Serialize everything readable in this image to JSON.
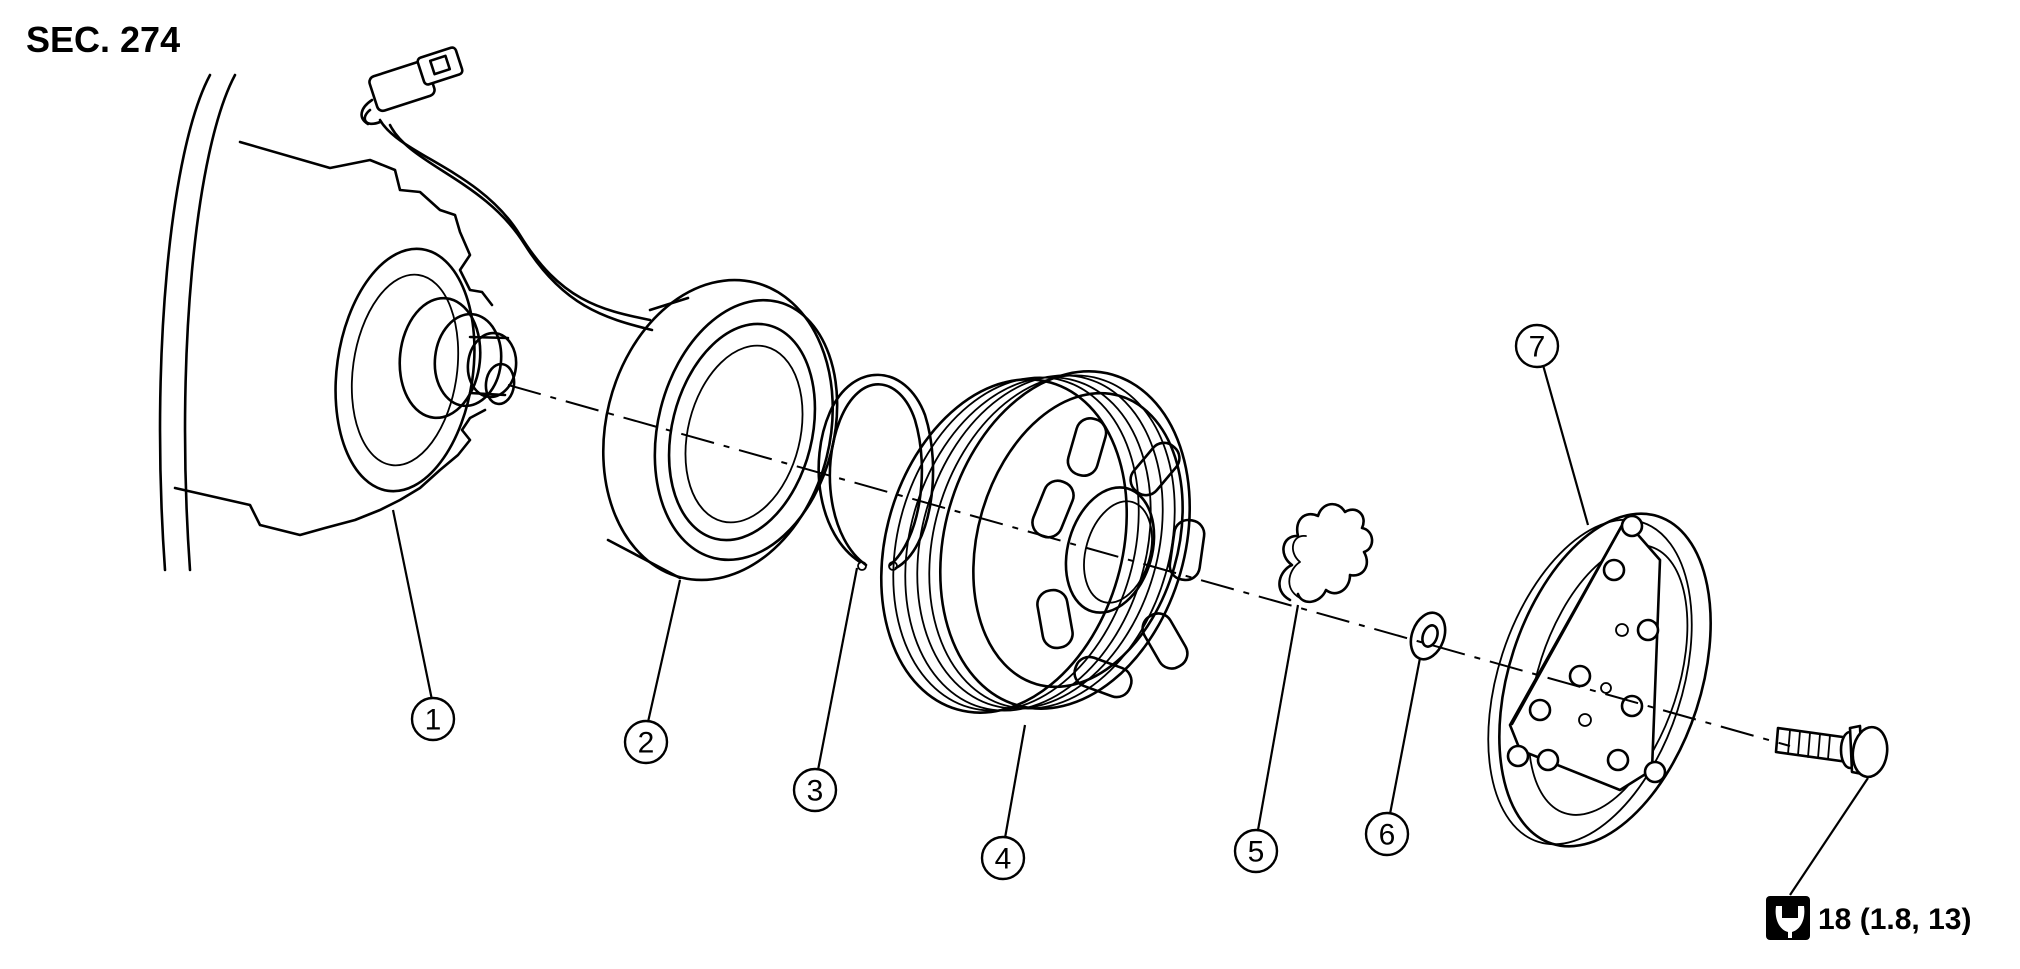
{
  "section_label": "SEC. 274",
  "callouts": [
    {
      "id": "1",
      "label": "1"
    },
    {
      "id": "2",
      "label": "2"
    },
    {
      "id": "3",
      "label": "3"
    },
    {
      "id": "4",
      "label": "4"
    },
    {
      "id": "5",
      "label": "5"
    },
    {
      "id": "6",
      "label": "6"
    },
    {
      "id": "7",
      "label": "7"
    }
  ],
  "torque": {
    "icon": "torque-wrench-icon",
    "value_text": "18 (1.8, 13)"
  },
  "colors": {
    "ink": "#000000",
    "background": "#ffffff"
  }
}
